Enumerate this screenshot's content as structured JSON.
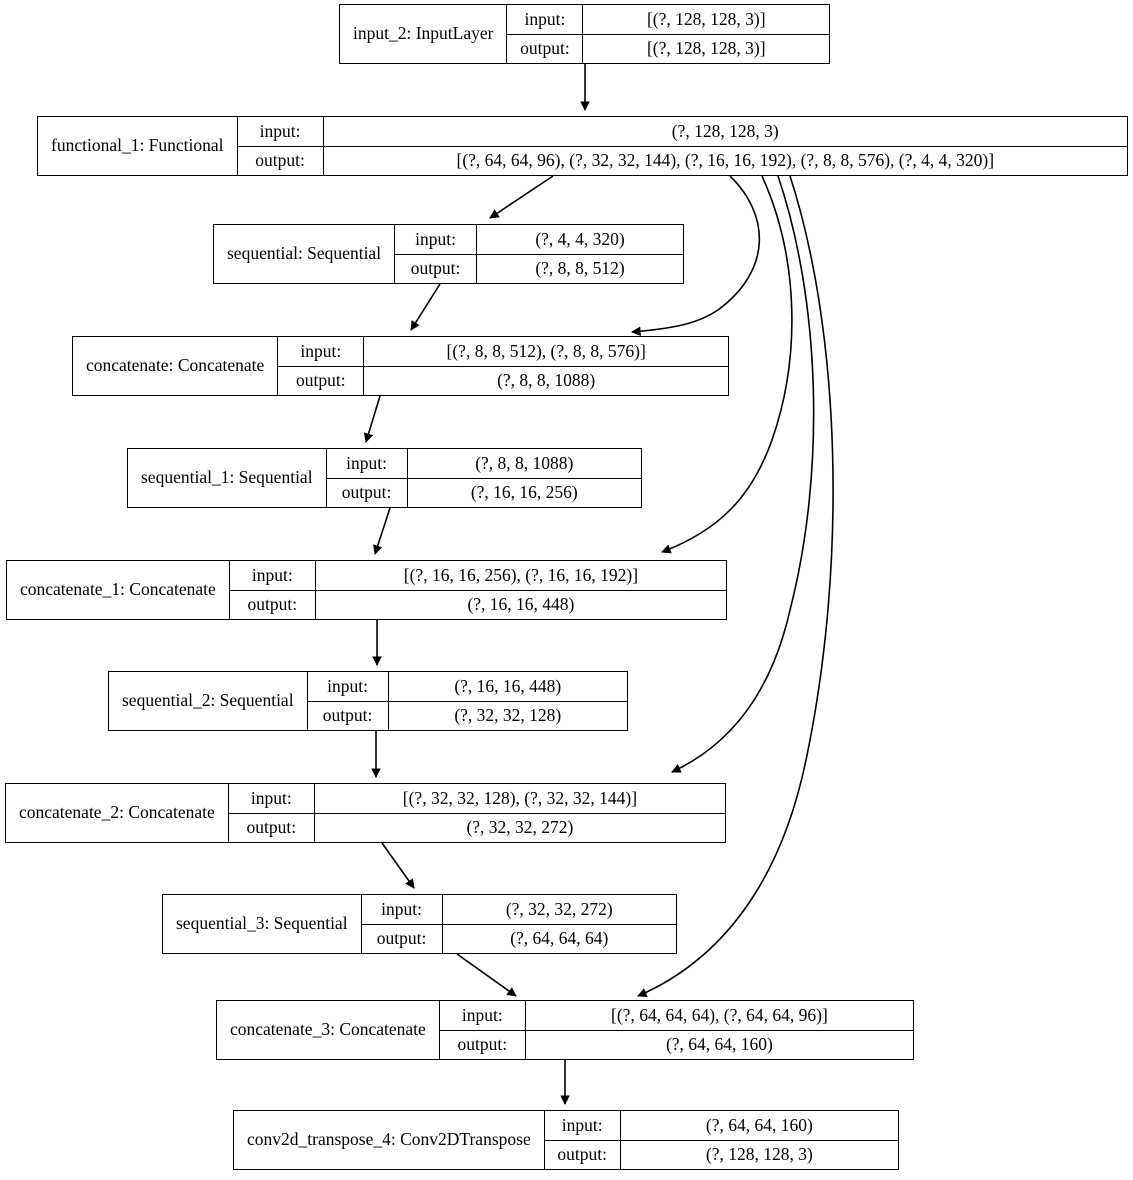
{
  "diagram": {
    "title": "Keras model architecture graph",
    "io_labels": {
      "input": "input:",
      "output": "output:"
    },
    "colors": {
      "stroke": "#000000",
      "background": "#ffffff",
      "text": "#000000"
    }
  },
  "nodes": [
    {
      "id": "input_2",
      "name": "input_2: InputLayer",
      "input": "[(?, 128, 128, 3)]",
      "output": "[(?, 128, 128, 3)]"
    },
    {
      "id": "functional_1",
      "name": "functional_1: Functional",
      "input": "(?, 128, 128, 3)",
      "output": "[(?, 64, 64, 96), (?, 32, 32, 144), (?, 16, 16, 192), (?, 8, 8, 576), (?, 4, 4, 320)]"
    },
    {
      "id": "sequential",
      "name": "sequential: Sequential",
      "input": "(?, 4, 4, 320)",
      "output": "(?, 8, 8, 512)"
    },
    {
      "id": "concatenate",
      "name": "concatenate: Concatenate",
      "input": "[(?, 8, 8, 512), (?, 8, 8, 576)]",
      "output": "(?, 8, 8, 1088)"
    },
    {
      "id": "sequential_1",
      "name": "sequential_1: Sequential",
      "input": "(?, 8, 8, 1088)",
      "output": "(?, 16, 16, 256)"
    },
    {
      "id": "concatenate_1",
      "name": "concatenate_1: Concatenate",
      "input": "[(?, 16, 16, 256), (?, 16, 16, 192)]",
      "output": "(?, 16, 16, 448)"
    },
    {
      "id": "sequential_2",
      "name": "sequential_2: Sequential",
      "input": "(?, 16, 16, 448)",
      "output": "(?, 32, 32, 128)"
    },
    {
      "id": "concatenate_2",
      "name": "concatenate_2: Concatenate",
      "input": "[(?, 32, 32, 128), (?, 32, 32, 144)]",
      "output": "(?, 32, 32, 272)"
    },
    {
      "id": "sequential_3",
      "name": "sequential_3: Sequential",
      "input": "(?, 32, 32, 272)",
      "output": "(?, 64, 64, 64)"
    },
    {
      "id": "concatenate_3",
      "name": "concatenate_3: Concatenate",
      "input": "[(?, 64, 64, 64), (?, 64, 64, 96)]",
      "output": "(?, 64, 64, 160)"
    },
    {
      "id": "conv2d_transpose_4",
      "name": "conv2d_transpose_4: Conv2DTranspose",
      "input": "(?, 64, 64, 160)",
      "output": "(?, 128, 128, 3)"
    }
  ],
  "edges": [
    {
      "from": "input_2",
      "to": "functional_1"
    },
    {
      "from": "functional_1",
      "to": "sequential"
    },
    {
      "from": "sequential",
      "to": "concatenate"
    },
    {
      "from": "functional_1",
      "to": "concatenate"
    },
    {
      "from": "concatenate",
      "to": "sequential_1"
    },
    {
      "from": "sequential_1",
      "to": "concatenate_1"
    },
    {
      "from": "functional_1",
      "to": "concatenate_1"
    },
    {
      "from": "concatenate_1",
      "to": "sequential_2"
    },
    {
      "from": "sequential_2",
      "to": "concatenate_2"
    },
    {
      "from": "functional_1",
      "to": "concatenate_2"
    },
    {
      "from": "concatenate_2",
      "to": "sequential_3"
    },
    {
      "from": "sequential_3",
      "to": "concatenate_3"
    },
    {
      "from": "functional_1",
      "to": "concatenate_3"
    },
    {
      "from": "concatenate_3",
      "to": "conv2d_transpose_4"
    }
  ]
}
